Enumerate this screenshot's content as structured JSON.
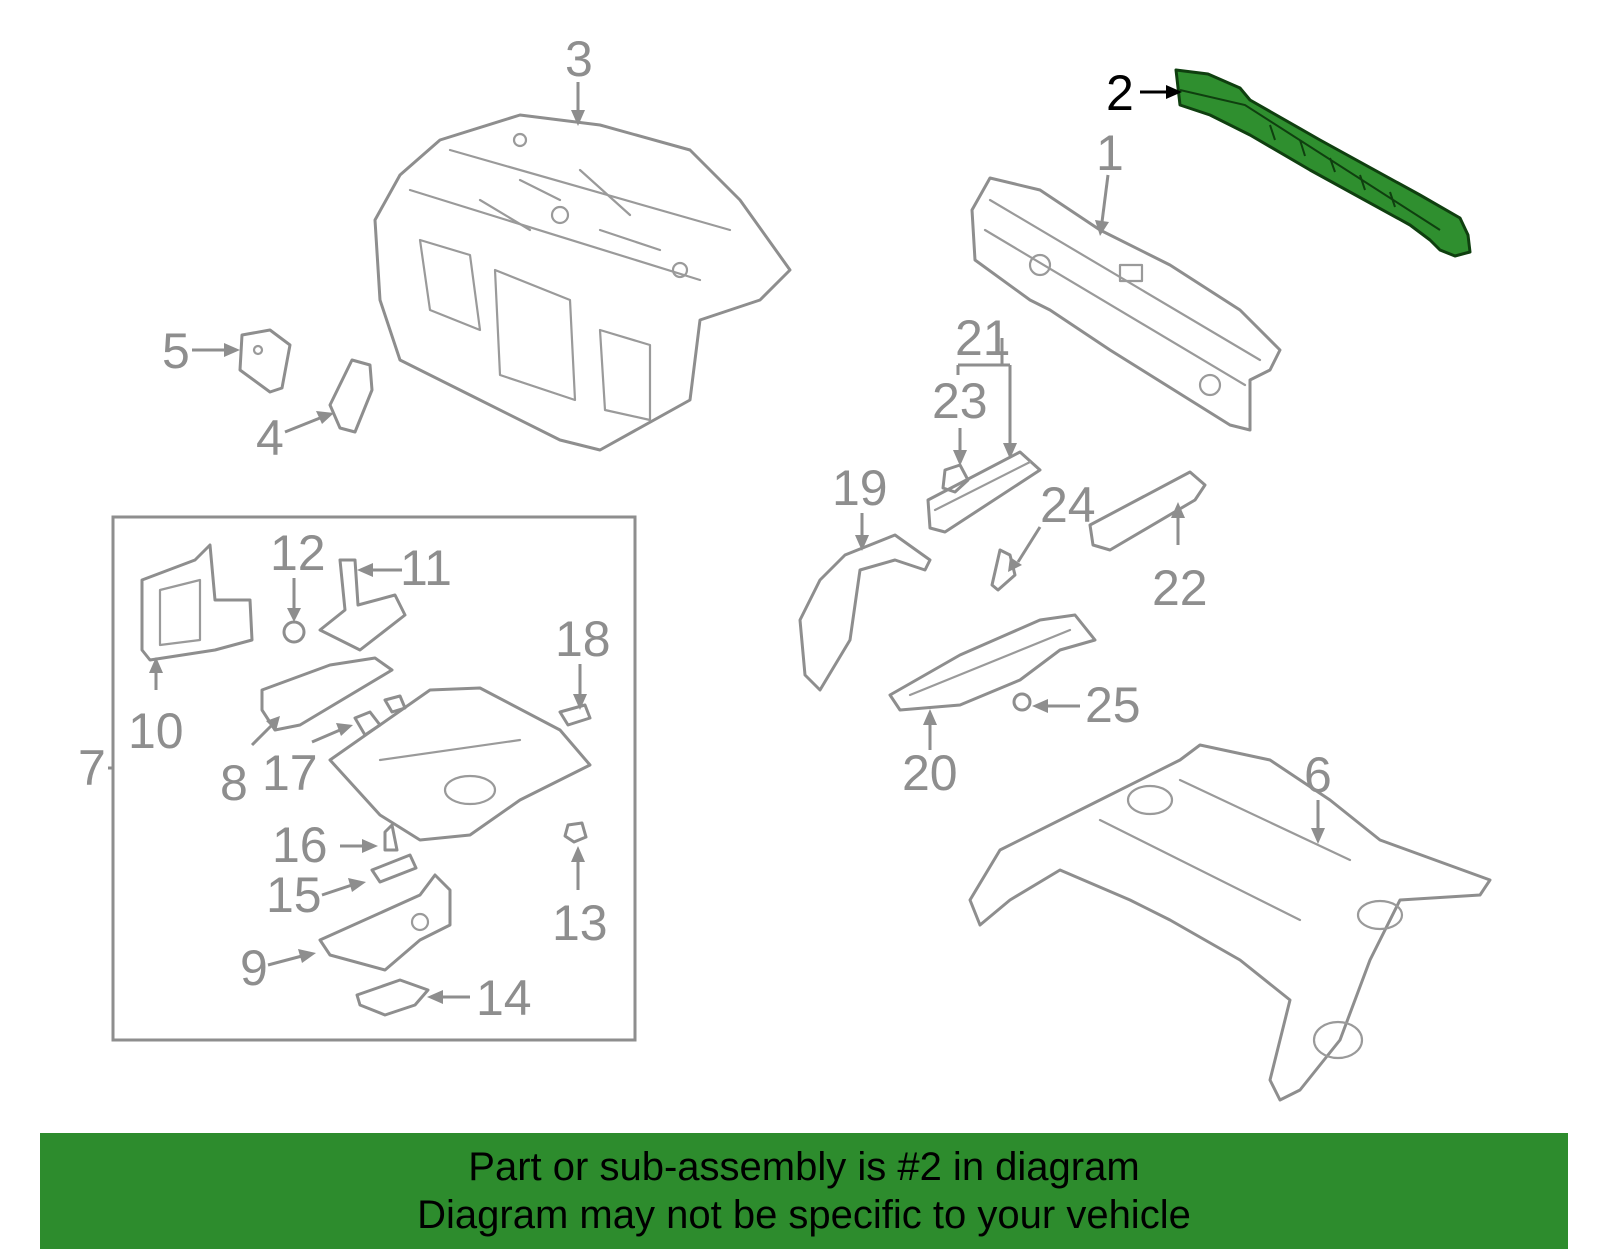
{
  "diagram": {
    "highlight_color": "#2d8c2d",
    "callouts": {
      "c1": "1",
      "c2": "2",
      "c3": "3",
      "c4": "4",
      "c5": "5",
      "c6": "6",
      "c7": "7",
      "c8": "8",
      "c9": "9",
      "c10": "10",
      "c11": "11",
      "c12": "12",
      "c13": "13",
      "c14": "14",
      "c15": "15",
      "c16": "16",
      "c17": "17",
      "c18": "18",
      "c19": "19",
      "c20": "20",
      "c21": "21",
      "c22": "22",
      "c23": "23",
      "c24": "24",
      "c25": "25"
    }
  },
  "banner": {
    "line1": "Part or sub-assembly is #2 in diagram",
    "line2": "Diagram may not be specific to your vehicle"
  }
}
